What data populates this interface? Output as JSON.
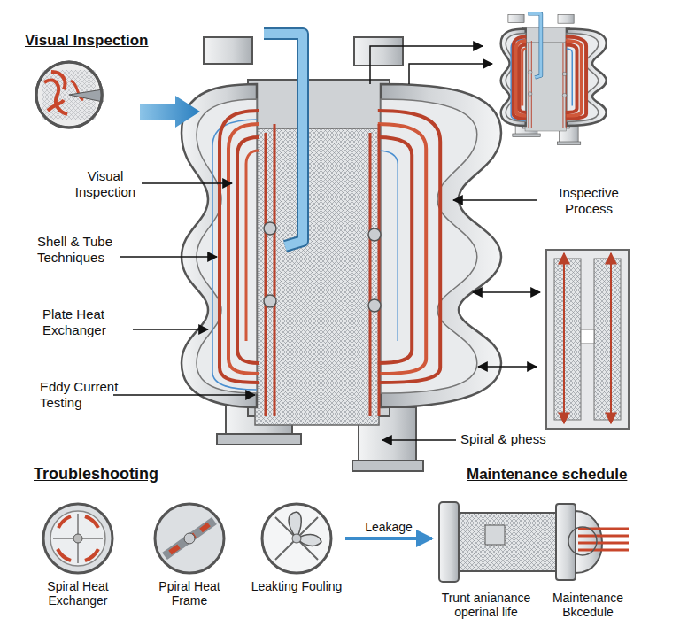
{
  "diagram": {
    "nodes": [
      {
        "text": [
          "Visual Inspection"
        ]
      },
      {
        "text": [
          "Spiral Heat Exchanger"
        ]
      },
      {
        "text": [
          "Ppiral Heat Frame"
        ]
      },
      {
        "text": [
          "Leakting Fouling"
        ]
      },
      {
        "text": [
          "Trunt anianance operinal life",
          "Maintenance Bkcedule"
        ]
      }
    ],
    "edges": [
      {
        "from": 3,
        "to": 4,
        "label": "Leakage",
        "arrow": "to"
      }
    ],
    "labels": [
      "Visual Inspection",
      "Shell & Tube Techniques",
      "Plate Heat Exchanger",
      "Eddy Current Testing",
      "Inspective Process",
      "Spiral & phess",
      "Troubleshooting",
      "Maintenance schedule"
    ]
  }
}
